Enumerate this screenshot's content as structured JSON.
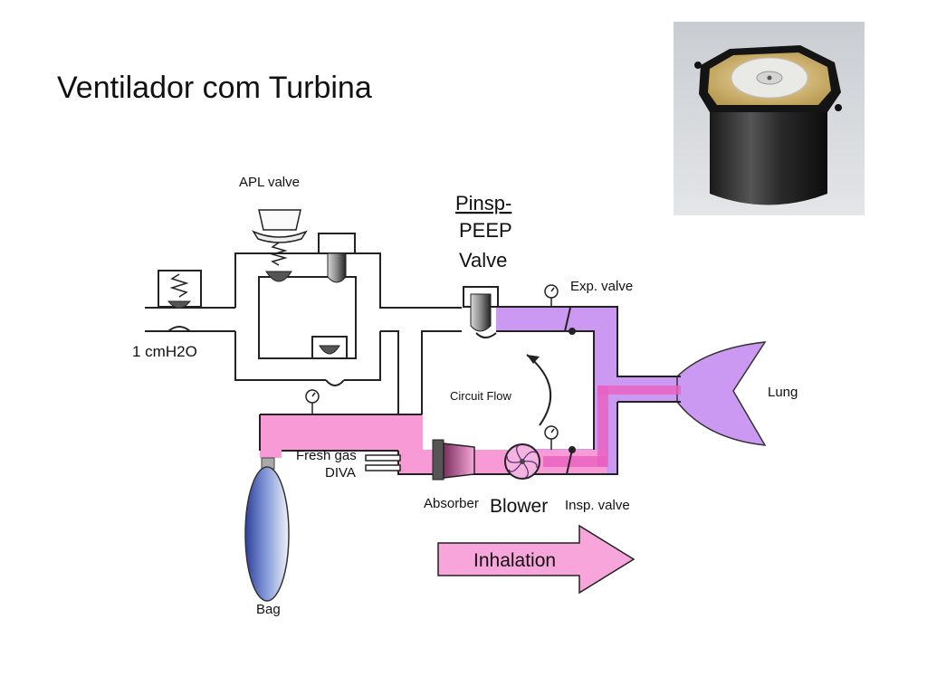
{
  "slide": {
    "title": "Ventilador com Turbina"
  },
  "photo": {
    "icon": "turbine-photo"
  },
  "diagram": {
    "labels": {
      "apl_valve": "APL valve",
      "pinsp_line1": "Pinsp-",
      "pinsp_line2": "PEEP",
      "pinsp_line3": "Valve",
      "exp_valve": "Exp. valve",
      "pressure": "1 cmH2O",
      "circuit_flow": "Circuit Flow",
      "lung": "Lung",
      "fresh_gas": "Fresh gas",
      "diva": "DIVA",
      "absorber": "Absorber",
      "blower": "Blower",
      "insp_valve": "Insp. valve",
      "bag": "Bag",
      "inhalation": "Inhalation"
    },
    "colors": {
      "pink": "#f79ad6",
      "purple": "#cc99f2",
      "arrow_fill": "#f8a5dc",
      "bag_blue": "#7f95d6"
    }
  }
}
